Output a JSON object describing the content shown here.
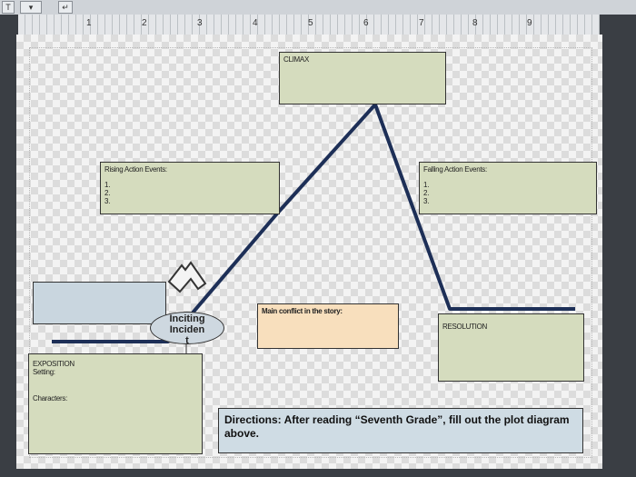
{
  "toolbar": {
    "left_label": "T",
    "right_label": "↵"
  },
  "ruler": {
    "numbers": [
      "1",
      "2",
      "3",
      "4",
      "5",
      "6",
      "7",
      "8",
      "9"
    ]
  },
  "climax": {
    "label": "CLIMAX"
  },
  "rising": {
    "label": "Rising Action Events:",
    "items": [
      "1.",
      "2.",
      "3."
    ]
  },
  "falling": {
    "label": "Falling Action Events:",
    "items": [
      "1.",
      "2.",
      "3."
    ]
  },
  "main_conflict": {
    "label": "Main conflict in the story:"
  },
  "resolution": {
    "label": "RESOLUTION"
  },
  "inciting": {
    "line1": "Inciting",
    "line2": "Inciden",
    "line3": "t"
  },
  "exposition": {
    "label": "EXPOSITION",
    "setting": "Setting:",
    "characters": "Characters:"
  },
  "directions": {
    "text": "Directions: After reading “Seventh Grade”, fill out the plot diagram above."
  },
  "colors": {
    "green_box": "#d5dcbe",
    "blue_box": "#c9d6df",
    "orange_box": "#f8dfbd",
    "plot_line": "#1d2f57"
  }
}
